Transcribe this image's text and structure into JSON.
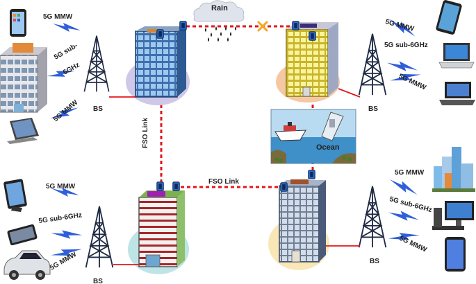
{
  "labels": {
    "rain": "Rain",
    "fso_link_vertical": "FSO Link",
    "fso_link_horizontal": "FSO Link",
    "ocean": "Ocean",
    "bs": [
      "BS",
      "BS",
      "BS",
      "BS"
    ],
    "top_left": [
      "5G MMW",
      "5G sub-",
      "6GHz",
      "5G MMW"
    ],
    "top_right": [
      "5G MMW",
      "5G sub-6GHz",
      "5G MMW"
    ],
    "bottom_left": [
      "5G MMW",
      "5G sub-6GHz",
      "5G MMW"
    ],
    "bottom_right": [
      "5G MMW",
      "5G sub-6GHz",
      "5G MMW"
    ]
  },
  "icons": {
    "devices": [
      "smartphone-icon",
      "office-building-icon",
      "tablet-icon",
      "smartphone-icon",
      "laptop-icon",
      "laptop-icon",
      "tablet-icon",
      "smartphone-icon",
      "car-icon",
      "city-skyline-icon",
      "desktop-pc-icon",
      "smartphone-icon"
    ],
    "blocked_link": "blocked-x-icon",
    "weather": "rain-cloud-icon"
  },
  "colors": {
    "fso_link": "#e3161b",
    "wireless": "#2f5fd9",
    "ground_blue": "#cfc8e8",
    "ground_orange": "#f6c7a3",
    "ground_teal": "#bfe4e6",
    "ground_sand": "#f9e7b8"
  }
}
